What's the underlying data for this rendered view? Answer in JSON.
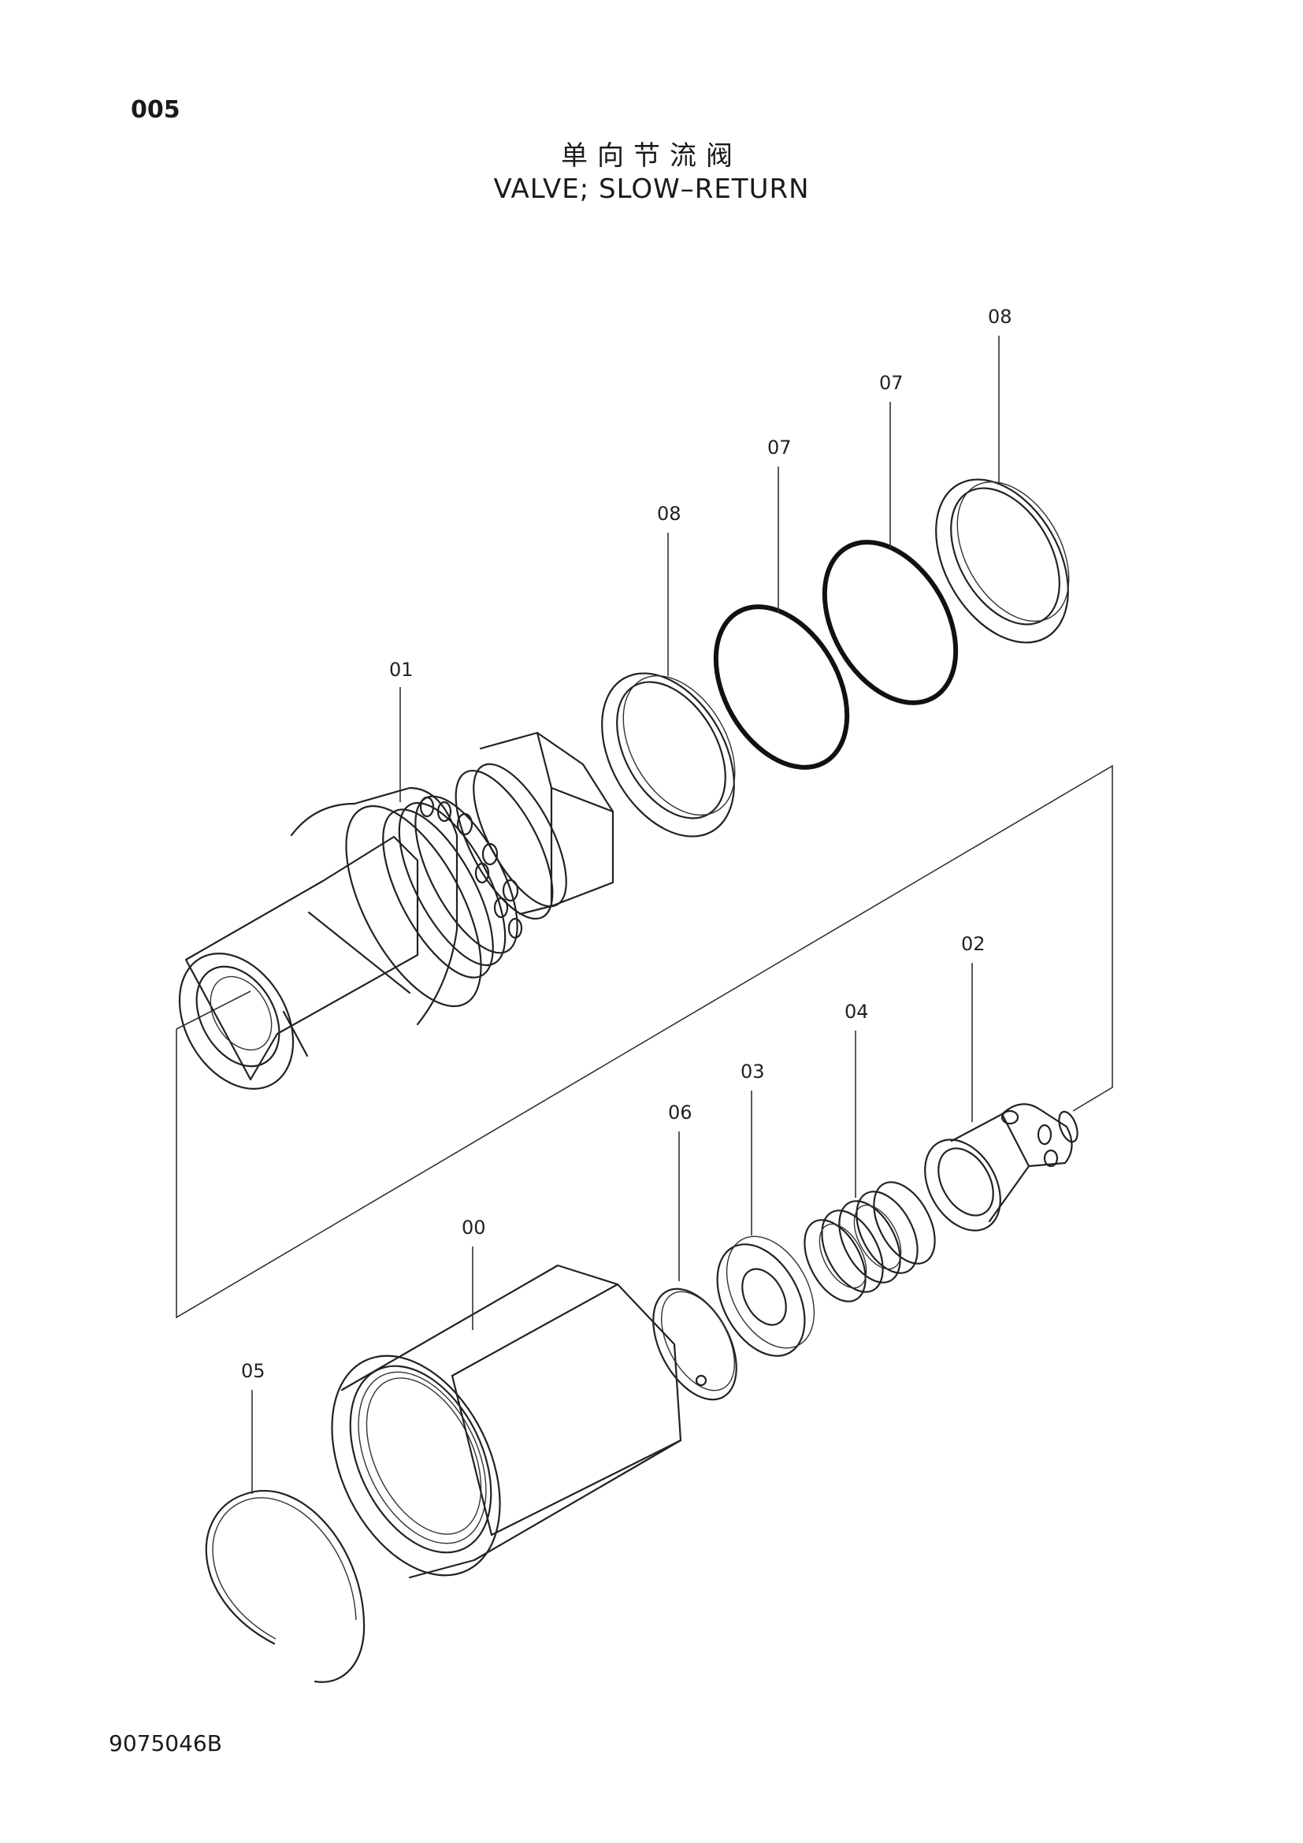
{
  "header": {
    "page_number": "005",
    "title_cn": "单向节流阀",
    "title_en": "VALVE; SLOW–RETURN"
  },
  "footer": {
    "doc_code": "9075046B"
  },
  "callouts": {
    "c08a": "08",
    "c07a": "07",
    "c07b": "07",
    "c08b": "08",
    "c01": "01",
    "c02": "02",
    "c04": "04",
    "c03": "03",
    "c06": "06",
    "c00": "00",
    "c05": "05"
  }
}
